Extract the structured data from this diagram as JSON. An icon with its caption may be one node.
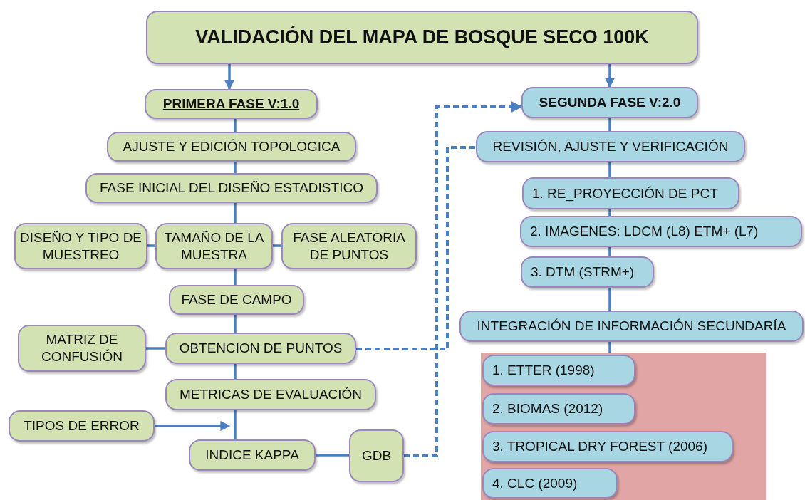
{
  "diagram": {
    "nodes": [
      {
        "text": [
          "VALIDACIÓN DEL MAPA DE BOSQUE SECO 100K"
        ]
      },
      {
        "text": [
          "PRIMERA FASE V:1.0"
        ]
      },
      {
        "text": [
          "AJUSTE Y EDICIÓN TOPOLOGICA"
        ]
      },
      {
        "text": [
          "FASE INICIAL DEL DISEÑO ESTADISTICO"
        ]
      },
      {
        "text": [
          "DISEÑO Y TIPO DE MUESTREO"
        ]
      },
      {
        "text": [
          "TAMAÑO DE LA MUESTRA"
        ]
      },
      {
        "text": [
          "FASE ALEATORIA DE PUNTOS"
        ]
      },
      {
        "text": [
          "FASE DE CAMPO"
        ]
      },
      {
        "text": [
          "MATRIZ DE CONFUSIÓN"
        ]
      },
      {
        "text": [
          "OBTENCION DE PUNTOS"
        ]
      },
      {
        "text": [
          "METRICAS DE EVALUACIÓN"
        ]
      },
      {
        "text": [
          "TIPOS DE ERROR"
        ]
      },
      {
        "text": [
          "INDICE KAPPA"
        ]
      },
      {
        "text": [
          "GDB"
        ]
      },
      {
        "text": [
          "SEGUNDA FASE V:2.0"
        ]
      },
      {
        "text": [
          "REVISIÓN, AJUSTE Y VERIFICACIÓN"
        ]
      },
      {
        "text": [
          "1. RE_PROYECCIÓN DE PCT"
        ]
      },
      {
        "text": [
          "2. IMAGENES: LDCM (L8) ETM+ (L7)"
        ]
      },
      {
        "text": [
          "3. DTM (STRM+)"
        ]
      },
      {
        "text": [
          "INTEGRACIÓN DE INFORMACIÓN SECUNDARÍA"
        ]
      },
      {
        "text": [],
        "shape": "box"
      },
      {
        "text": [
          "1. ETTER (1998)"
        ],
        "in": 20
      },
      {
        "text": [
          "2. BIOMAS (2012)"
        ],
        "in": 20
      },
      {
        "text": [
          "3. TROPICAL DRY FOREST (2006)"
        ],
        "in": 20
      },
      {
        "text": [
          "4. CLC (2009)"
        ],
        "in": 20
      }
    ],
    "edges": [
      {
        "from": 0,
        "to": 1,
        "arrow": "to"
      },
      {
        "from": 0,
        "to": 14,
        "arrow": "to"
      },
      {
        "from": 1,
        "to": 2,
        "arrow": "none"
      },
      {
        "from": 2,
        "to": 3,
        "arrow": "none"
      },
      {
        "from": 4,
        "to": 5,
        "arrow": "none"
      },
      {
        "from": 3,
        "to": 5,
        "arrow": "none"
      },
      {
        "from": 5,
        "to": 6,
        "arrow": "none"
      },
      {
        "from": 5,
        "to": 7,
        "arrow": "none"
      },
      {
        "from": 7,
        "to": 9,
        "arrow": "none"
      },
      {
        "from": 8,
        "to": 9,
        "arrow": "none"
      },
      {
        "from": 9,
        "to": 10,
        "arrow": "none"
      },
      {
        "from": 10,
        "to": 12,
        "arrow": "none"
      },
      {
        "from": 11,
        "to": 12,
        "arrow": "to"
      },
      {
        "from": 12,
        "to": 13,
        "arrow": "none"
      },
      {
        "from": 13,
        "to": 14,
        "arrow": "to",
        "style": "dashed"
      },
      {
        "from": 9,
        "to": 15,
        "arrow": "none",
        "style": "dashed"
      },
      {
        "from": 14,
        "to": 15,
        "arrow": "none"
      },
      {
        "from": 15,
        "to": 16,
        "arrow": "none"
      },
      {
        "from": 16,
        "to": 17,
        "arrow": "none"
      },
      {
        "from": 17,
        "to": 18,
        "arrow": "none"
      },
      {
        "from": 18,
        "to": 19,
        "arrow": "none"
      },
      {
        "from": 19,
        "to": 20,
        "arrow": "none"
      }
    ]
  }
}
